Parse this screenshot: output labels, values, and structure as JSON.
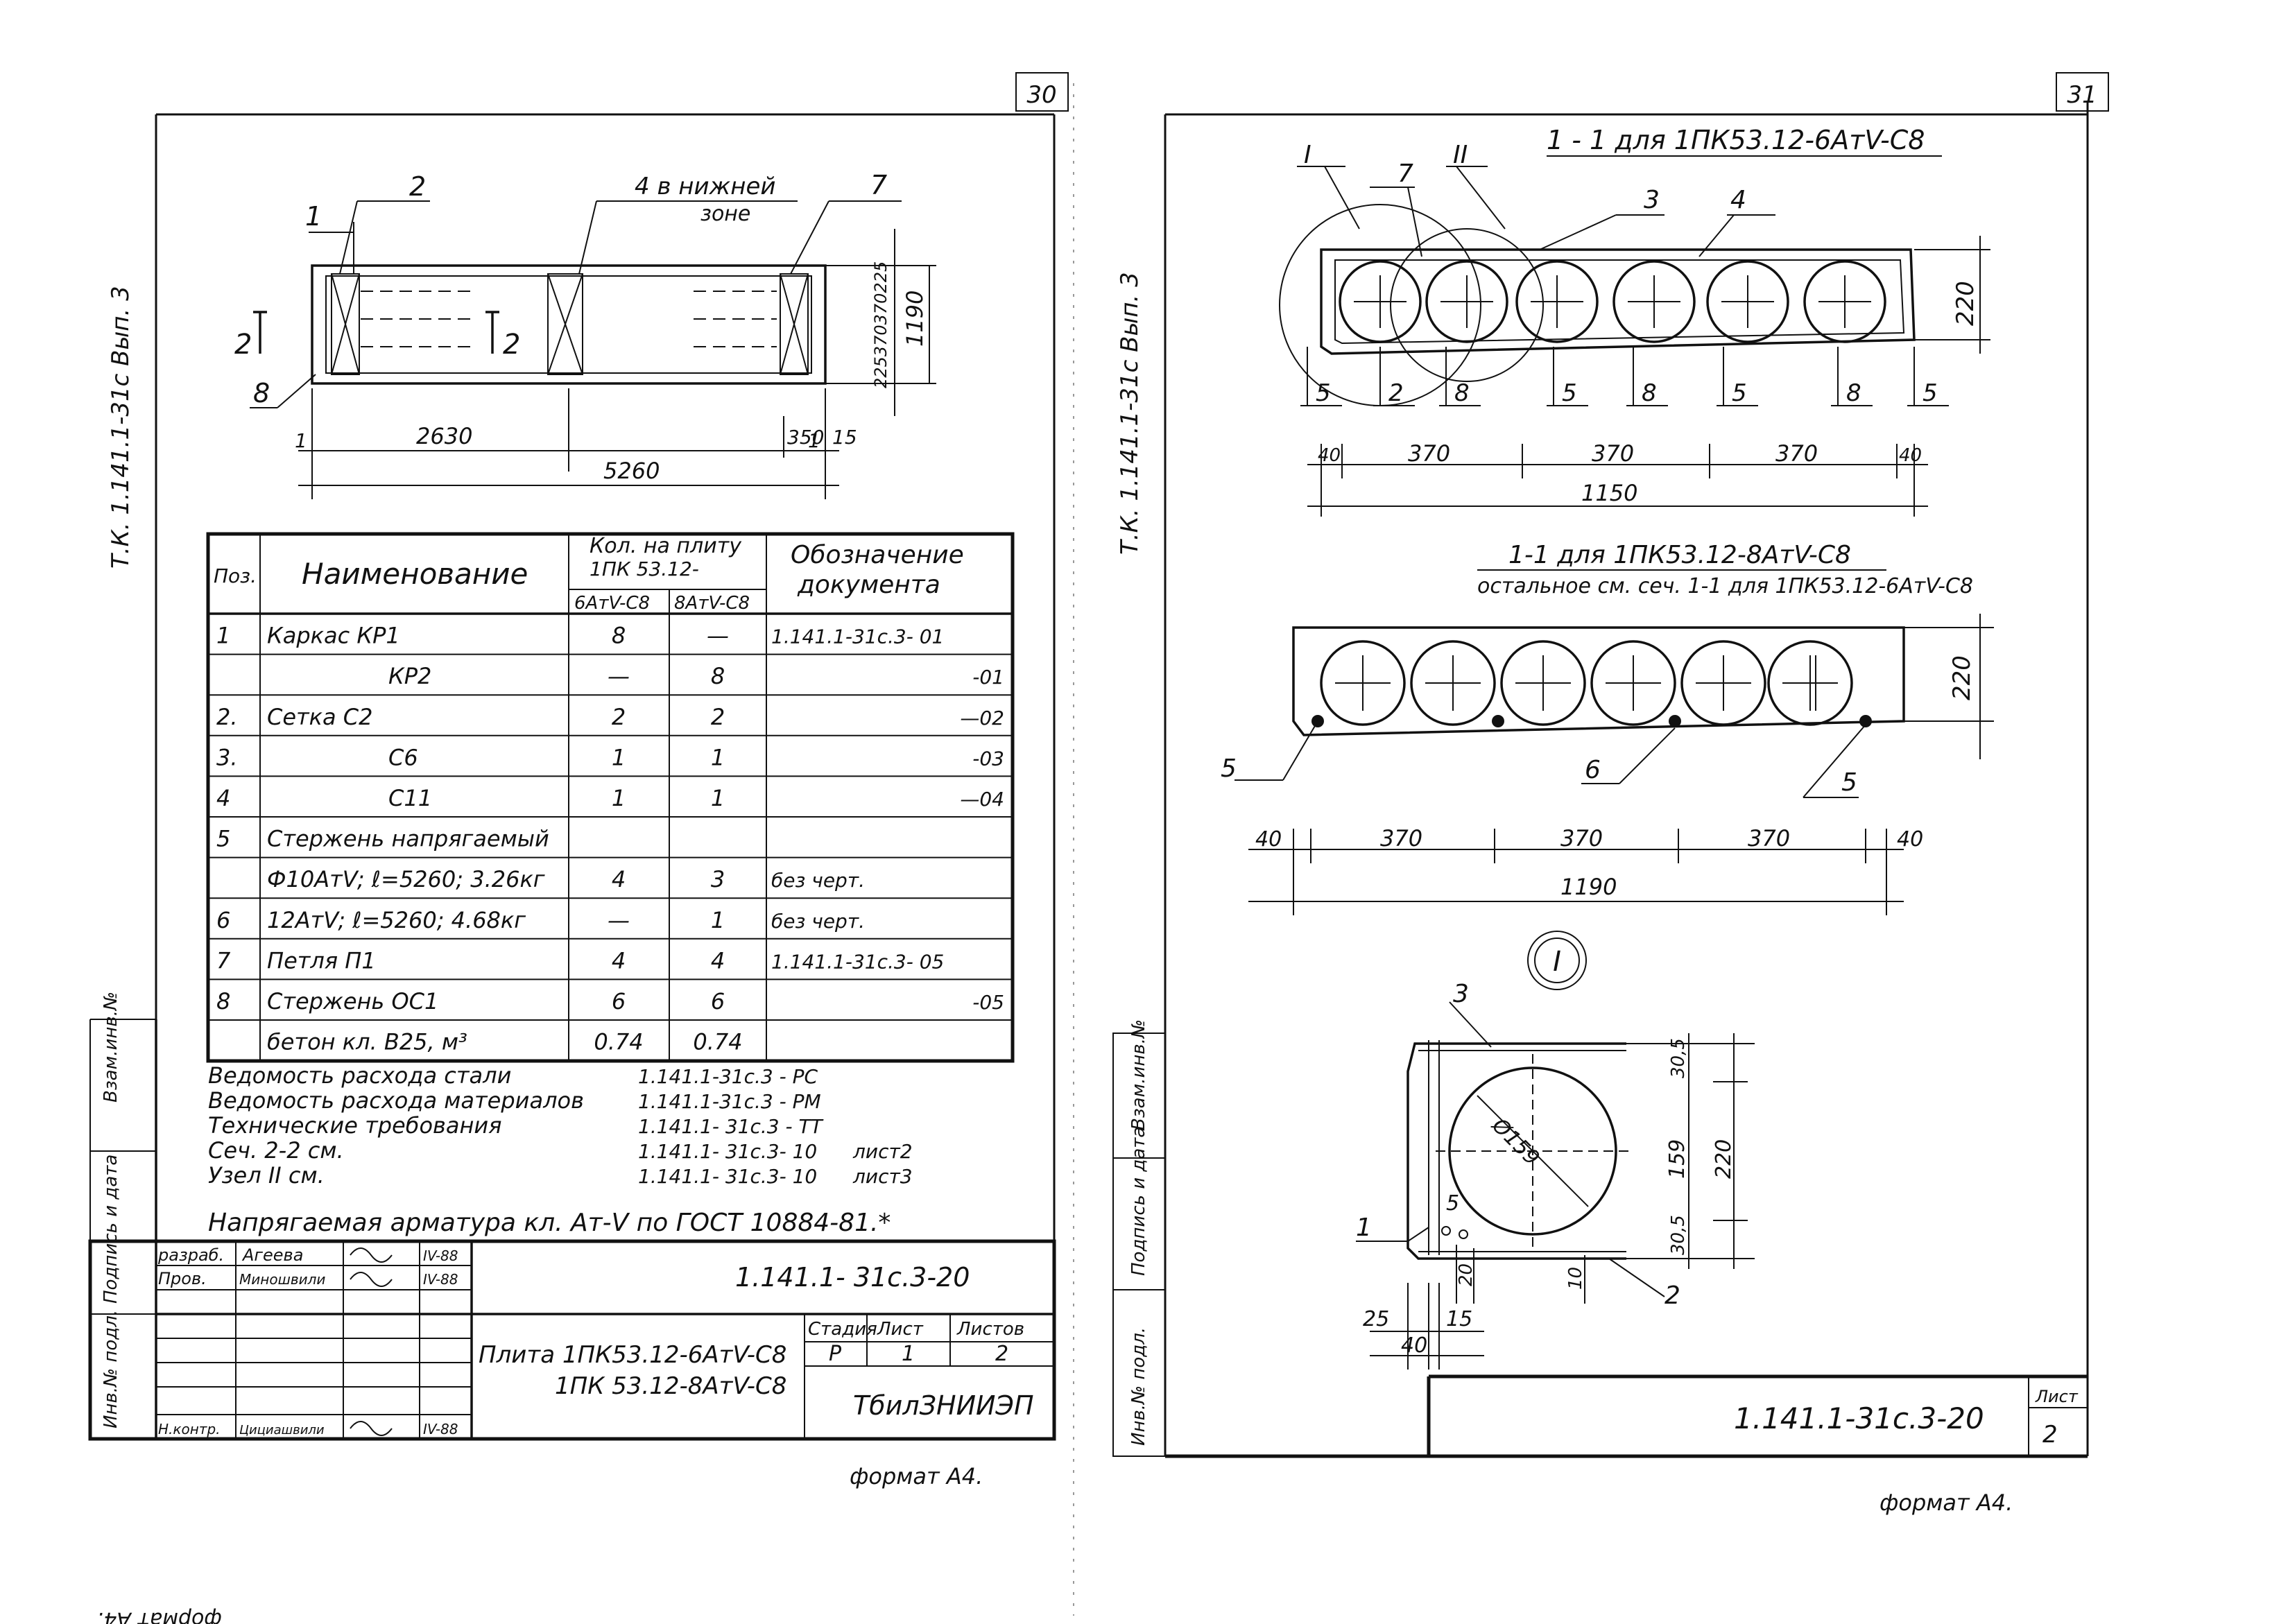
{
  "left_sheet": {
    "page_number": "30",
    "side_label": "Т.К. 1.141.1-31с  Вып. 3",
    "plan": {
      "labels": {
        "l1": "1",
        "l2": "2",
        "l4": "4 в нижней",
        "l4b": "зоне",
        "l7": "7",
        "l8": "8",
        "s2a": "2",
        "s2b": "2"
      },
      "dims": {
        "d2630": "2630",
        "d5260": "5260",
        "d350": "350",
        "d15": "15",
        "d1190": "1190",
        "dside": "225370370225",
        "one_a": "1",
        "one_b": "1"
      }
    },
    "table": {
      "header": {
        "pos": "Поз.",
        "name": "Наименование",
        "qty": "Кол. на плиту",
        "qty2": "1ПК 53.12-",
        "col6": "6АтV-С8",
        "col8": "8АтV-С8",
        "doc": "Обозначение",
        "doc2": "документа"
      },
      "rows": [
        {
          "pos": "1",
          "name": "Каркас   КР1",
          "a": "8",
          "b": "—",
          "doc": "1.141.1-31с.3- 01"
        },
        {
          "pos": "",
          "name": "КР2",
          "a": "—",
          "b": "8",
          "doc": "-01"
        },
        {
          "pos": "2.",
          "name": "Сетка      С2",
          "a": "2",
          "b": "2",
          "doc": "—02"
        },
        {
          "pos": "3.",
          "name": "С6",
          "a": "1",
          "b": "1",
          "doc": "-03"
        },
        {
          "pos": "4",
          "name": "С11",
          "a": "1",
          "b": "1",
          "doc": "—04"
        },
        {
          "pos": "5",
          "name": "Стержень напрягаемый",
          "a": "",
          "b": "",
          "doc": ""
        },
        {
          "pos": "",
          "name": "Ф10АтV; ℓ=5260;  3.26кг",
          "a": "4",
          "b": "3",
          "doc": "без черт."
        },
        {
          "pos": "6",
          "name": "12АтV; ℓ=5260;  4.68кг",
          "a": "—",
          "b": "1",
          "doc": "без черт."
        },
        {
          "pos": "7",
          "name": "Петля П1",
          "a": "4",
          "b": "4",
          "doc": "1.141.1-31с.3-   05"
        },
        {
          "pos": "8",
          "name": "Стержень ОС1",
          "a": "6",
          "b": "6",
          "doc": "-05"
        },
        {
          "pos": "",
          "name": "бетон  кл. В25, м³",
          "a": "0.74",
          "b": "0.74",
          "doc": ""
        }
      ]
    },
    "notes": [
      {
        "text": "Ведомость расхода стали",
        "ref": "1.141.1-31с.3 - РС",
        "extra": ""
      },
      {
        "text": "Ведомость расхода материалов",
        "ref": "1.141.1-31с.3 - РМ",
        "extra": ""
      },
      {
        "text": "Технические требования",
        "ref": "1.141.1- 31с.3 - ТТ",
        "extra": ""
      },
      {
        "text": "Сеч. 2-2 см.",
        "ref": "1.141.1- 31с.3- 10",
        "extra": "лист2"
      },
      {
        "text": "Узел II см.",
        "ref": "1.141.1- 31с.3- 10",
        "extra": "лист3"
      }
    ],
    "note_last": "Напрягаемая арматура кл. Ат-V по ГОСТ 10884-81.*",
    "stamp": {
      "code": "1.141.1- 31с.3-20",
      "title1": "Плита 1ПК53.12-6АтV-С8",
      "title2": "1ПК 53.12-8АтV-С8",
      "stage_h": "Стадия",
      "sheet_h": "Лист",
      "sheets_h": "Листов",
      "stage": "Р",
      "sheet": "1",
      "sheets": "2",
      "org": "ТбилЗНИИЭП",
      "razrab": "разраб.",
      "razrab_name": "Агеева",
      "razrab_date": "IV-88",
      "prov": "Пров.",
      "prov_name": "Миношвили",
      "prov_date": "IV-88",
      "nkontr": "Н.контр.",
      "nkontr_name": "Цициашвили",
      "nkontr_date": "IV-88",
      "side1": "Инв.№ подл.",
      "side2": "Подпись и дата",
      "side3": "Взам.инв.№"
    },
    "format": "формат А4."
  },
  "right_sheet": {
    "page_number": "31",
    "side_label": "Т.К. 1.141.1-31с  Вып. 3",
    "sec1": {
      "title": "1 - 1  для 1ПК53.12-6АтV-С8",
      "labels": {
        "I": "I",
        "II": "II",
        "n7": "7",
        "n3": "3",
        "n4": "4"
      },
      "bottom": [
        "5",
        "2",
        "8",
        "5",
        "8",
        "5",
        "8",
        "5"
      ],
      "dims": {
        "d40a": "40",
        "d370a": "370",
        "d370b": "370",
        "d370c": "370",
        "d40b": "40",
        "d1150": "1150",
        "d220": "220"
      }
    },
    "sec2": {
      "title": "1-1 для 1ПК53.12-8АтV-С8",
      "subtitle": "остальное см. сеч. 1-1 для 1ПК53.12-6АтV-С8",
      "labels": {
        "n5a": "5",
        "n6": "6",
        "n5b": "5"
      },
      "dims": {
        "d40a": "40",
        "d370a": "370",
        "d370b": "370",
        "d370c": "370",
        "d40b": "40",
        "d1190": "1190",
        "d220": "220"
      }
    },
    "node": {
      "mark": "I",
      "labels": {
        "n3": "3",
        "n1": "1",
        "n2": "2",
        "n5": "5",
        "diam": "Ø159"
      },
      "dims": {
        "d30a": "30,5",
        "d159": "159",
        "d30b": "30,5",
        "d220": "220",
        "d20": "20",
        "d10": "10",
        "d25": "25",
        "d15": "15",
        "d40": "40"
      }
    },
    "stamp": {
      "code": "1.141.1-31с.3-20",
      "list_h": "Лист",
      "list": "2",
      "side1": "Инв.№ подл.",
      "side2": "Подпись и дата",
      "side3": "Взам.инв.№"
    },
    "format": "формат А4."
  },
  "bottom_stray": "формат А4."
}
